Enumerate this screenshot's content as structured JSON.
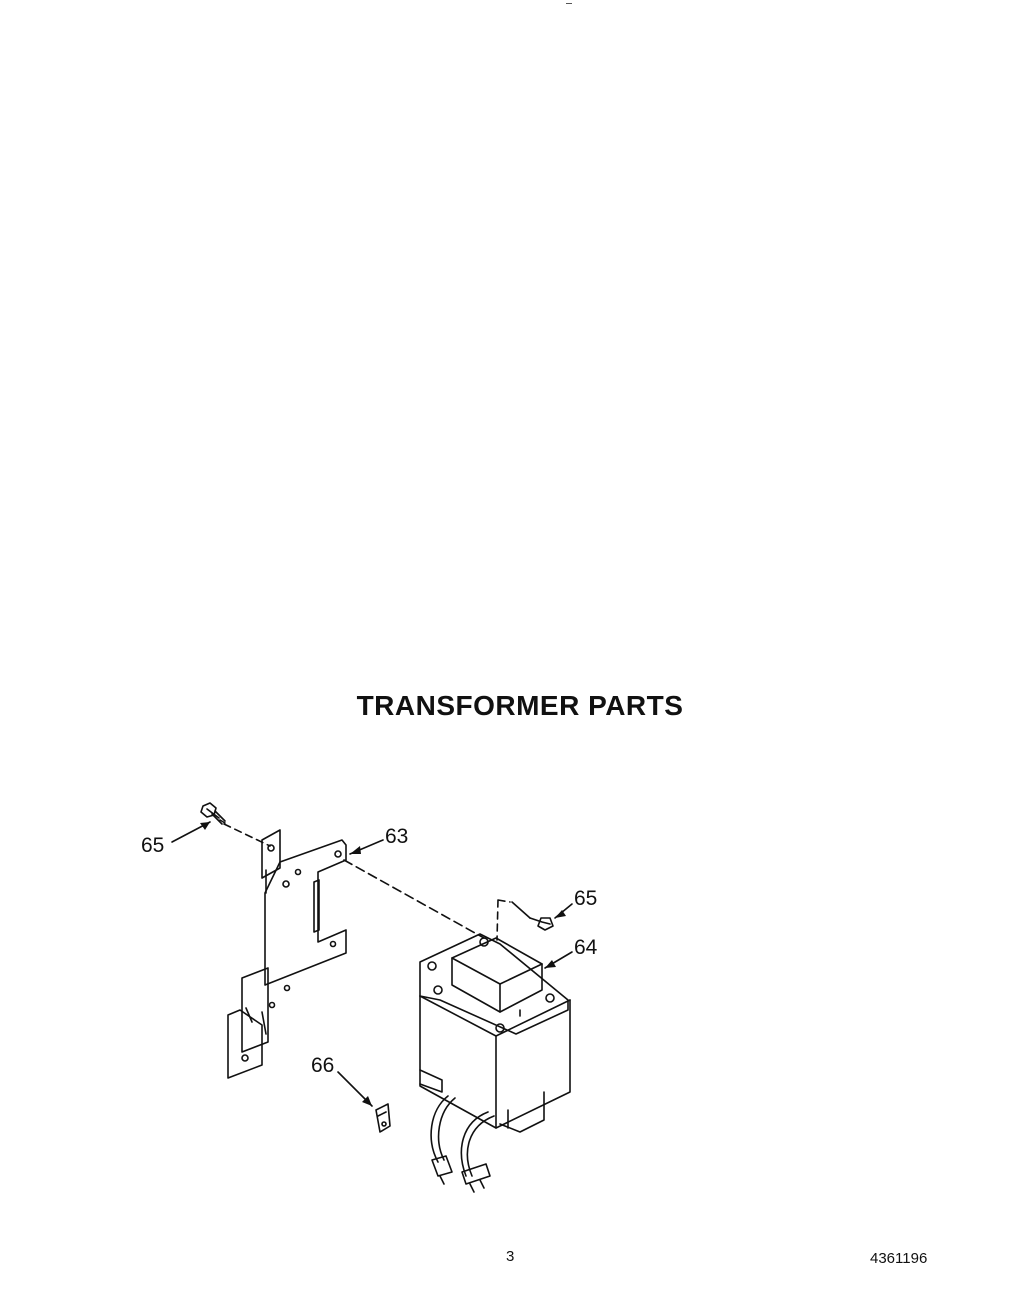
{
  "title": "TRANSFORMER PARTS",
  "callouts": {
    "screw_top_left": "65",
    "bracket": "63",
    "screw_right": "65",
    "transformer": "64",
    "clip": "66"
  },
  "footer": {
    "page_number": "3",
    "doc_number": "4361196"
  }
}
